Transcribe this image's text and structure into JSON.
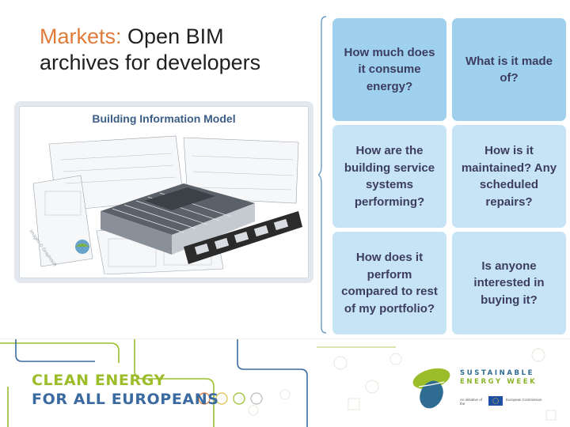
{
  "title": {
    "highlight": "Markets:",
    "rest": " Open BIM archives for developers"
  },
  "bim": {
    "title": "Building Information Model",
    "watermark": "Images © Graphisoft"
  },
  "questions": [
    {
      "text": "How much does it consume energy?",
      "shade": "dark"
    },
    {
      "text": "What is it made of?",
      "shade": "dark"
    },
    {
      "text": "How are the building service systems performing?",
      "shade": "light"
    },
    {
      "text": "How is it maintained? Any scheduled repairs?",
      "shade": "light"
    },
    {
      "text": "How does it perform compared to rest of my portfolio?",
      "shade": "light"
    },
    {
      "text": "Is anyone interested in buying it?",
      "shade": "light"
    }
  ],
  "footer": {
    "brand_line1": "CLEAN ENERGY",
    "brand_line2": "FOR ALL EUROPEANS",
    "sew_line1": "SUSTAINABLE",
    "sew_line2": "ENERGY WEEK",
    "initiative": "An initiative of the",
    "commission": "European Commission"
  },
  "colors": {
    "title_highlight": "#e07b39",
    "cell_dark": "#9fd1ef",
    "cell_light": "#c6e4f6",
    "brand_green": "#9bbd2a",
    "brand_blue": "#3b6aa0"
  }
}
